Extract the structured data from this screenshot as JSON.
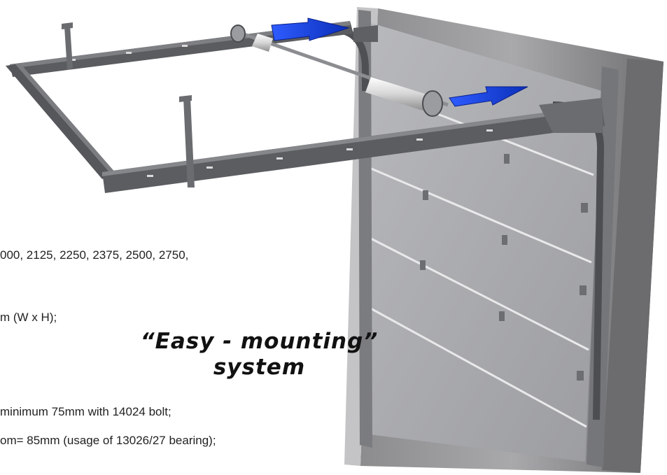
{
  "specs": [
    "000, 2125, 2250, 2375, 2500, 2750,",
    "m (W x H);",
    "minimum 75mm with 14024 bolt;",
    "om= 85mm (usage of 13026/27 bearing);"
  ],
  "headline": {
    "line1": "“Easy - mounting”",
    "line2": "system"
  },
  "colors": {
    "door_panel": "#a7a8ab",
    "wall": "#9d9d9f",
    "rail": "#55575b",
    "arrow": "#1a3fd9",
    "spring": "#e6e6e6"
  },
  "icons": [
    "arrow-right-icon"
  ]
}
